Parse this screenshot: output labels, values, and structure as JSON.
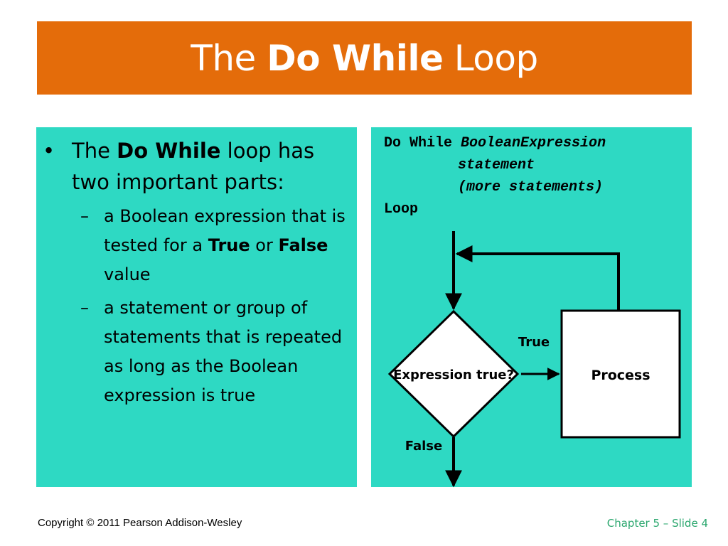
{
  "title": {
    "prefix": "The",
    "bold": "Do While",
    "suffix": "Loop"
  },
  "bullets": {
    "main": {
      "text_before": "The",
      "bold": "Do While",
      "text_after": "loop has two important parts:"
    },
    "sub": [
      {
        "t1": "a Boolean expression that is tested for a",
        "b1": "True",
        "t2": "or",
        "b2": "False",
        "t3": "value"
      },
      {
        "text": "a statement or group of statements that is repeated as long as the Boolean expression is true"
      }
    ]
  },
  "code": {
    "line1_kw": "Do While",
    "line1_expr": "BooleanExpression",
    "line2": "statement",
    "line3": "(more statements)",
    "line4": "Loop"
  },
  "flowchart": {
    "decision": "Expression true?",
    "process": "Process",
    "true_label": "True",
    "false_label": "False"
  },
  "footer": {
    "copyright": "Copyright © 2011 Pearson Addison-Wesley",
    "slide": "Chapter 5 – Slide 4"
  },
  "colors": {
    "title_bg": "#E46C0A",
    "panel_bg": "#2ED9C3",
    "footer_slide": "#2BA76E"
  }
}
